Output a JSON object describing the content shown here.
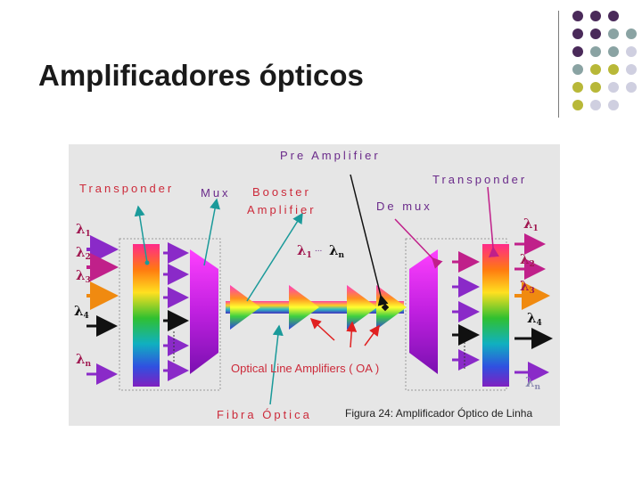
{
  "slide": {
    "title": "Amplificadores ópticos"
  },
  "diagram": {
    "pre_amplifier": "Pre Amplifier",
    "transponder_left": "Transponder",
    "transponder_right": "Transponder",
    "mux": "Mux",
    "booster_line1": "Booster",
    "booster_line2": "Amplifier",
    "demux": "De mux",
    "ola": "Optical Line Amplifiers ( OA )",
    "fibra": "Fibra Óptica",
    "caption": "Figura 24: Amplificador Óptico de Linha",
    "lambda": "λ",
    "left_subs": [
      "1",
      "2",
      "3",
      "4",
      "n"
    ],
    "right_subs": [
      "1",
      "2",
      "3",
      "4",
      "n"
    ],
    "mid_sub_1": "1",
    "mid_sub_n": "n",
    "mid_dots": "...",
    "colors": {
      "background": "#e6e6e6",
      "dot_purple": "#4a2a5a",
      "dot_teal": "#8aa3a3",
      "dot_olive": "#b8b838",
      "dot_lavender": "#cfcfe0",
      "arrow_purple": "#8a2ac8",
      "arrow_magenta": "#c0208a",
      "arrow_orange": "#f08a10",
      "arrow_black": "#111111",
      "pointer_teal": "#1a9a9a",
      "pointer_red": "#e02020"
    }
  }
}
